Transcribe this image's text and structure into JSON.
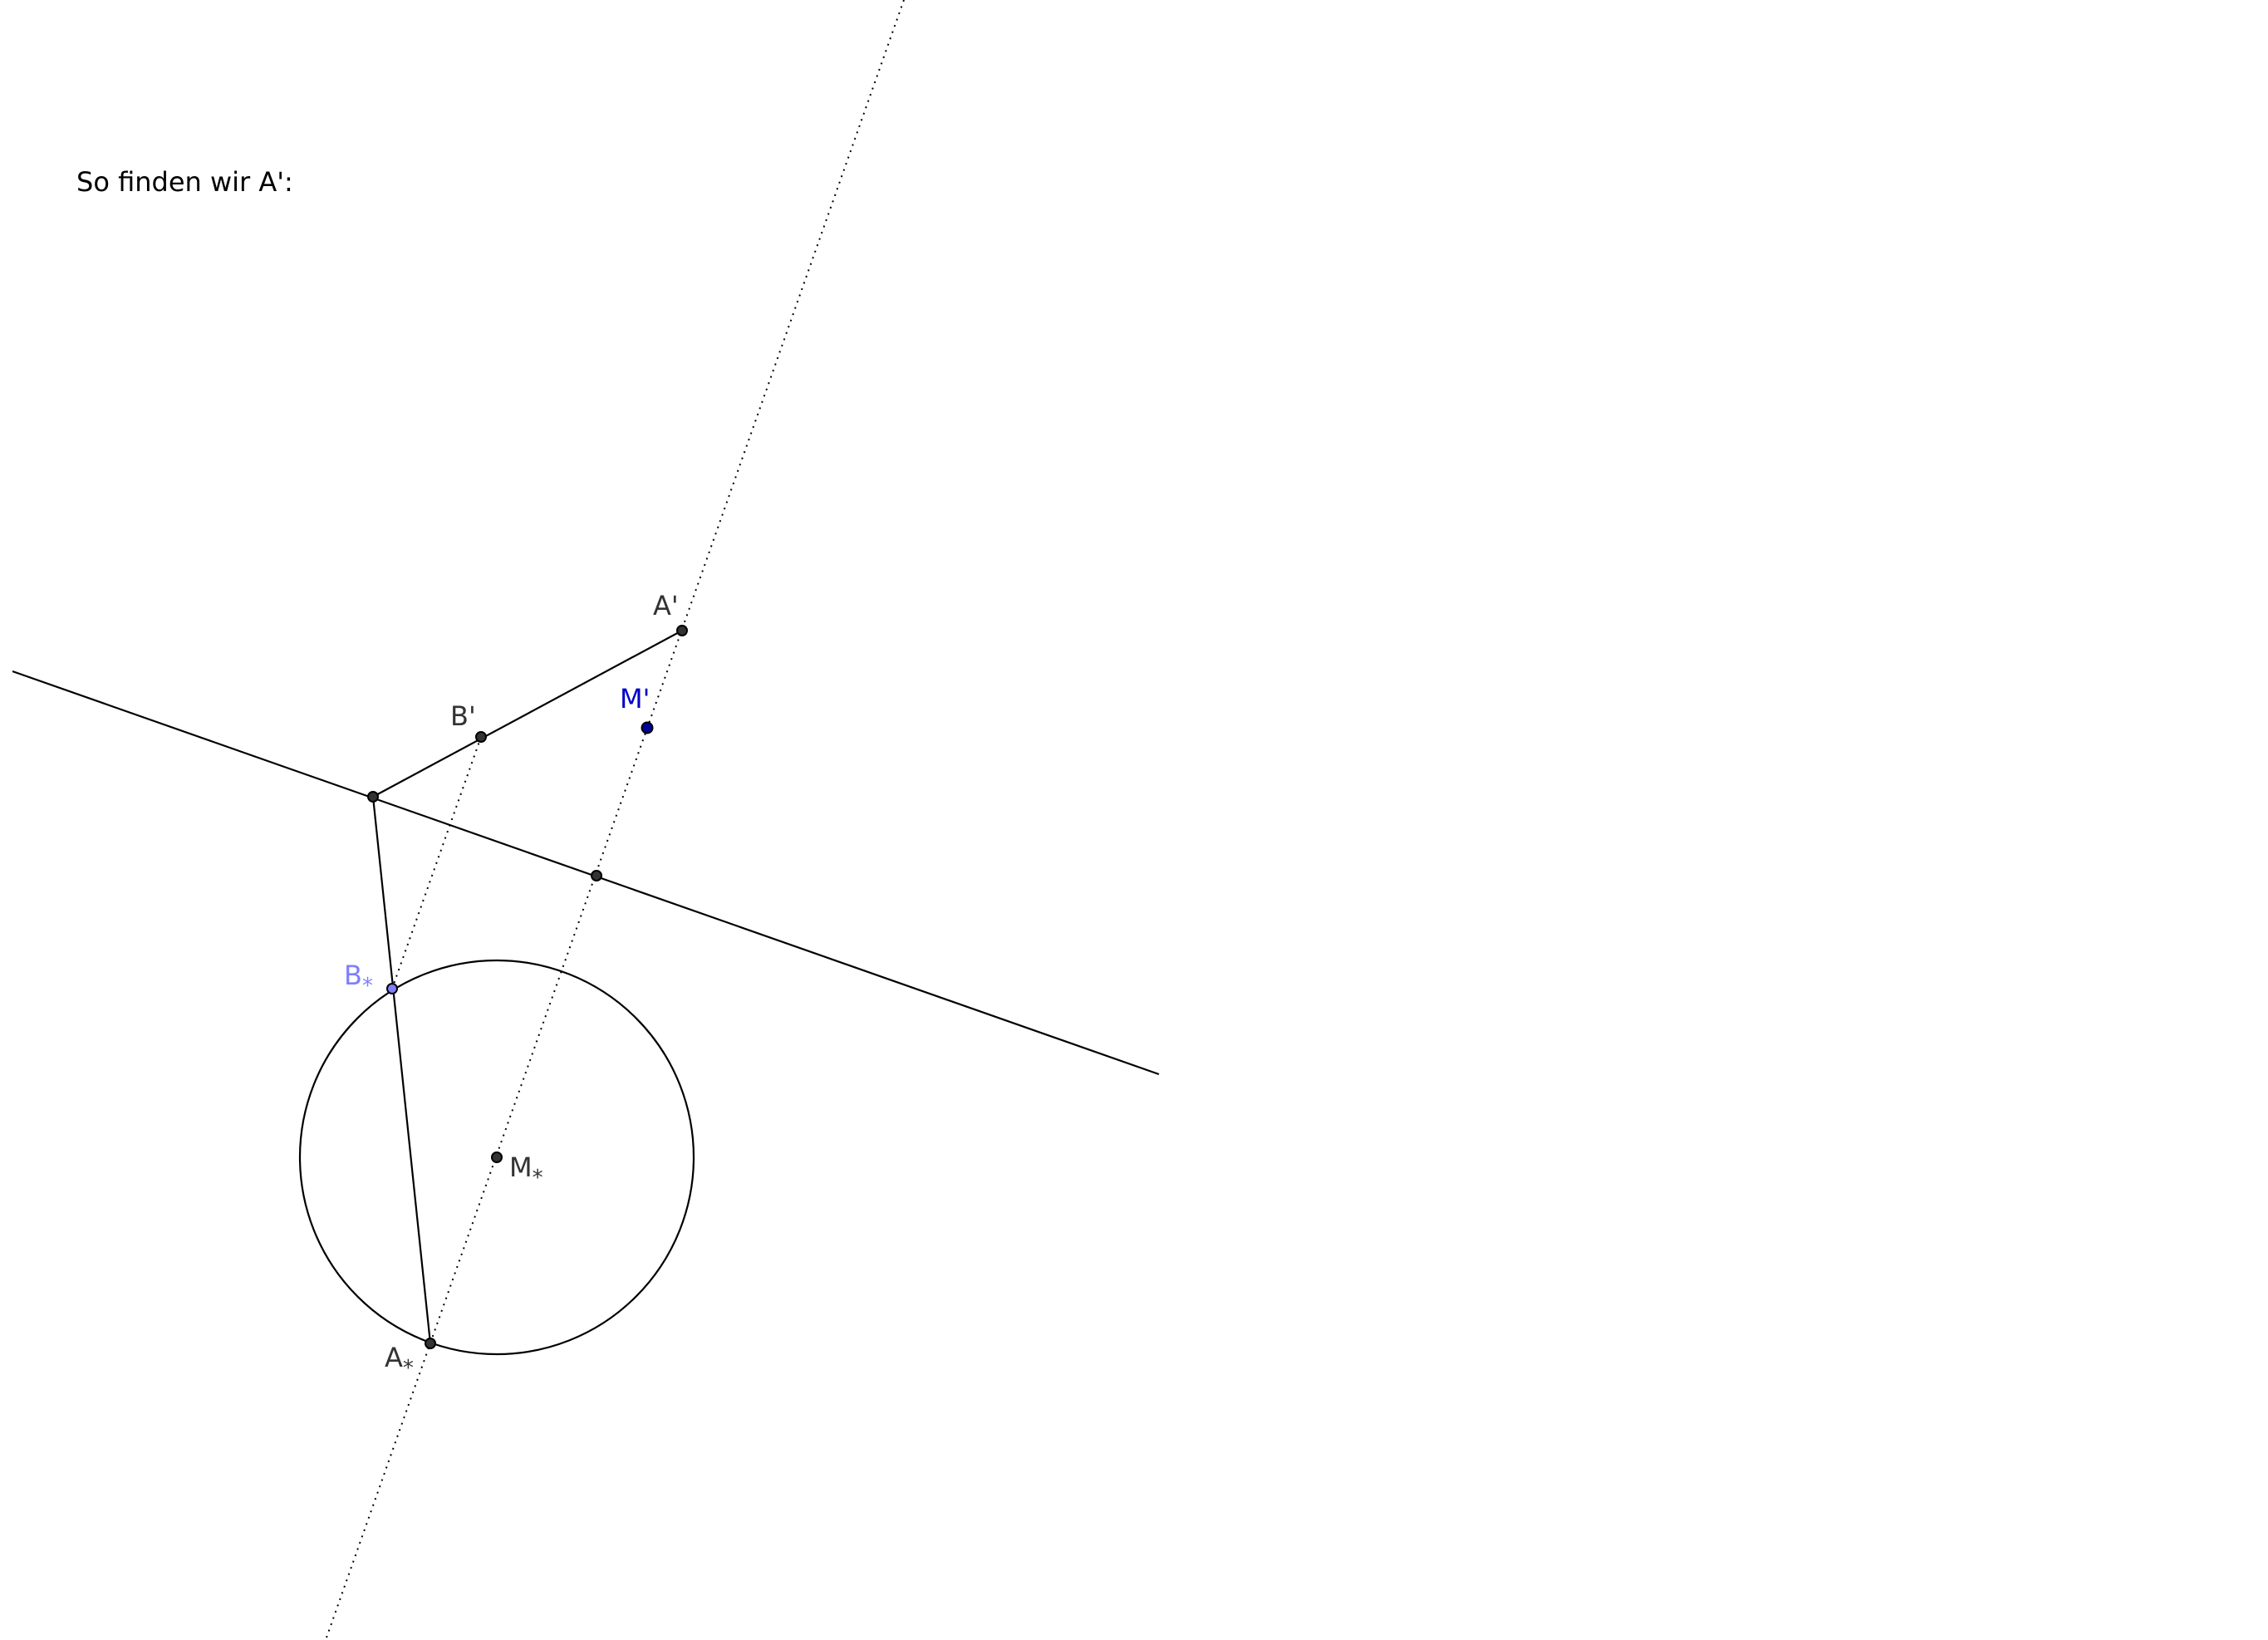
{
  "caption": "So finden wir A':",
  "colors": {
    "line": "#000000",
    "point_fill": "#333333",
    "label_default": "#333333",
    "label_b_star": "#7f7fff",
    "point_b_star_fill": "#7f7fff",
    "label_m_prime": "#0000cc",
    "point_m_prime_fill": "#000099"
  },
  "labels": {
    "a_prime": "A'",
    "b_prime": "B'",
    "m_prime": "M'",
    "b_star_base": "B",
    "b_star_sub": "*",
    "m_star_base": "M",
    "m_star_sub": "*",
    "a_star_base": "A",
    "a_star_sub": "*"
  }
}
